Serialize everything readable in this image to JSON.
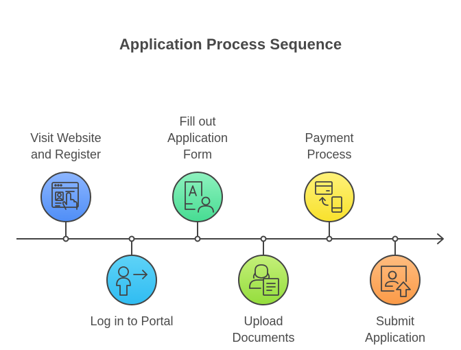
{
  "title": "Application Process Sequence",
  "colors": {
    "line": "#434343",
    "text": "#4a4a4a",
    "title": "#484848"
  },
  "steps": [
    {
      "label": "Visit Website and Register",
      "lines": [
        "Visit Website",
        "and Register"
      ],
      "position": "above",
      "icon": "browser-click-icon",
      "color_top": "#8db6ff",
      "color_bottom": "#4f8ef7"
    },
    {
      "label": "Log in to Portal",
      "lines": [
        "Log in to Portal"
      ],
      "position": "below",
      "icon": "user-login-icon",
      "color_top": "#5fd3f7",
      "color_bottom": "#2fbcf2"
    },
    {
      "label": "Fill out Application Form",
      "lines": [
        "Fill out",
        "Application",
        "Form"
      ],
      "position": "above",
      "icon": "form-user-icon",
      "color_top": "#8ff2bf",
      "color_bottom": "#46dc92"
    },
    {
      "label": "Upload Documents",
      "lines": [
        "Upload",
        "Documents"
      ],
      "position": "below",
      "icon": "person-document-icon",
      "color_top": "#c5f07a",
      "color_bottom": "#94dd3c"
    },
    {
      "label": "Payment Process",
      "lines": [
        "Payment",
        "Process"
      ],
      "position": "above",
      "icon": "card-to-phone-icon",
      "color_top": "#fff27a",
      "color_bottom": "#f8e12c"
    },
    {
      "label": "Submit Application",
      "lines": [
        "Submit",
        "Application"
      ],
      "position": "below",
      "icon": "profile-upload-icon",
      "color_top": "#ffbd80",
      "color_bottom": "#fb9a47"
    }
  ]
}
